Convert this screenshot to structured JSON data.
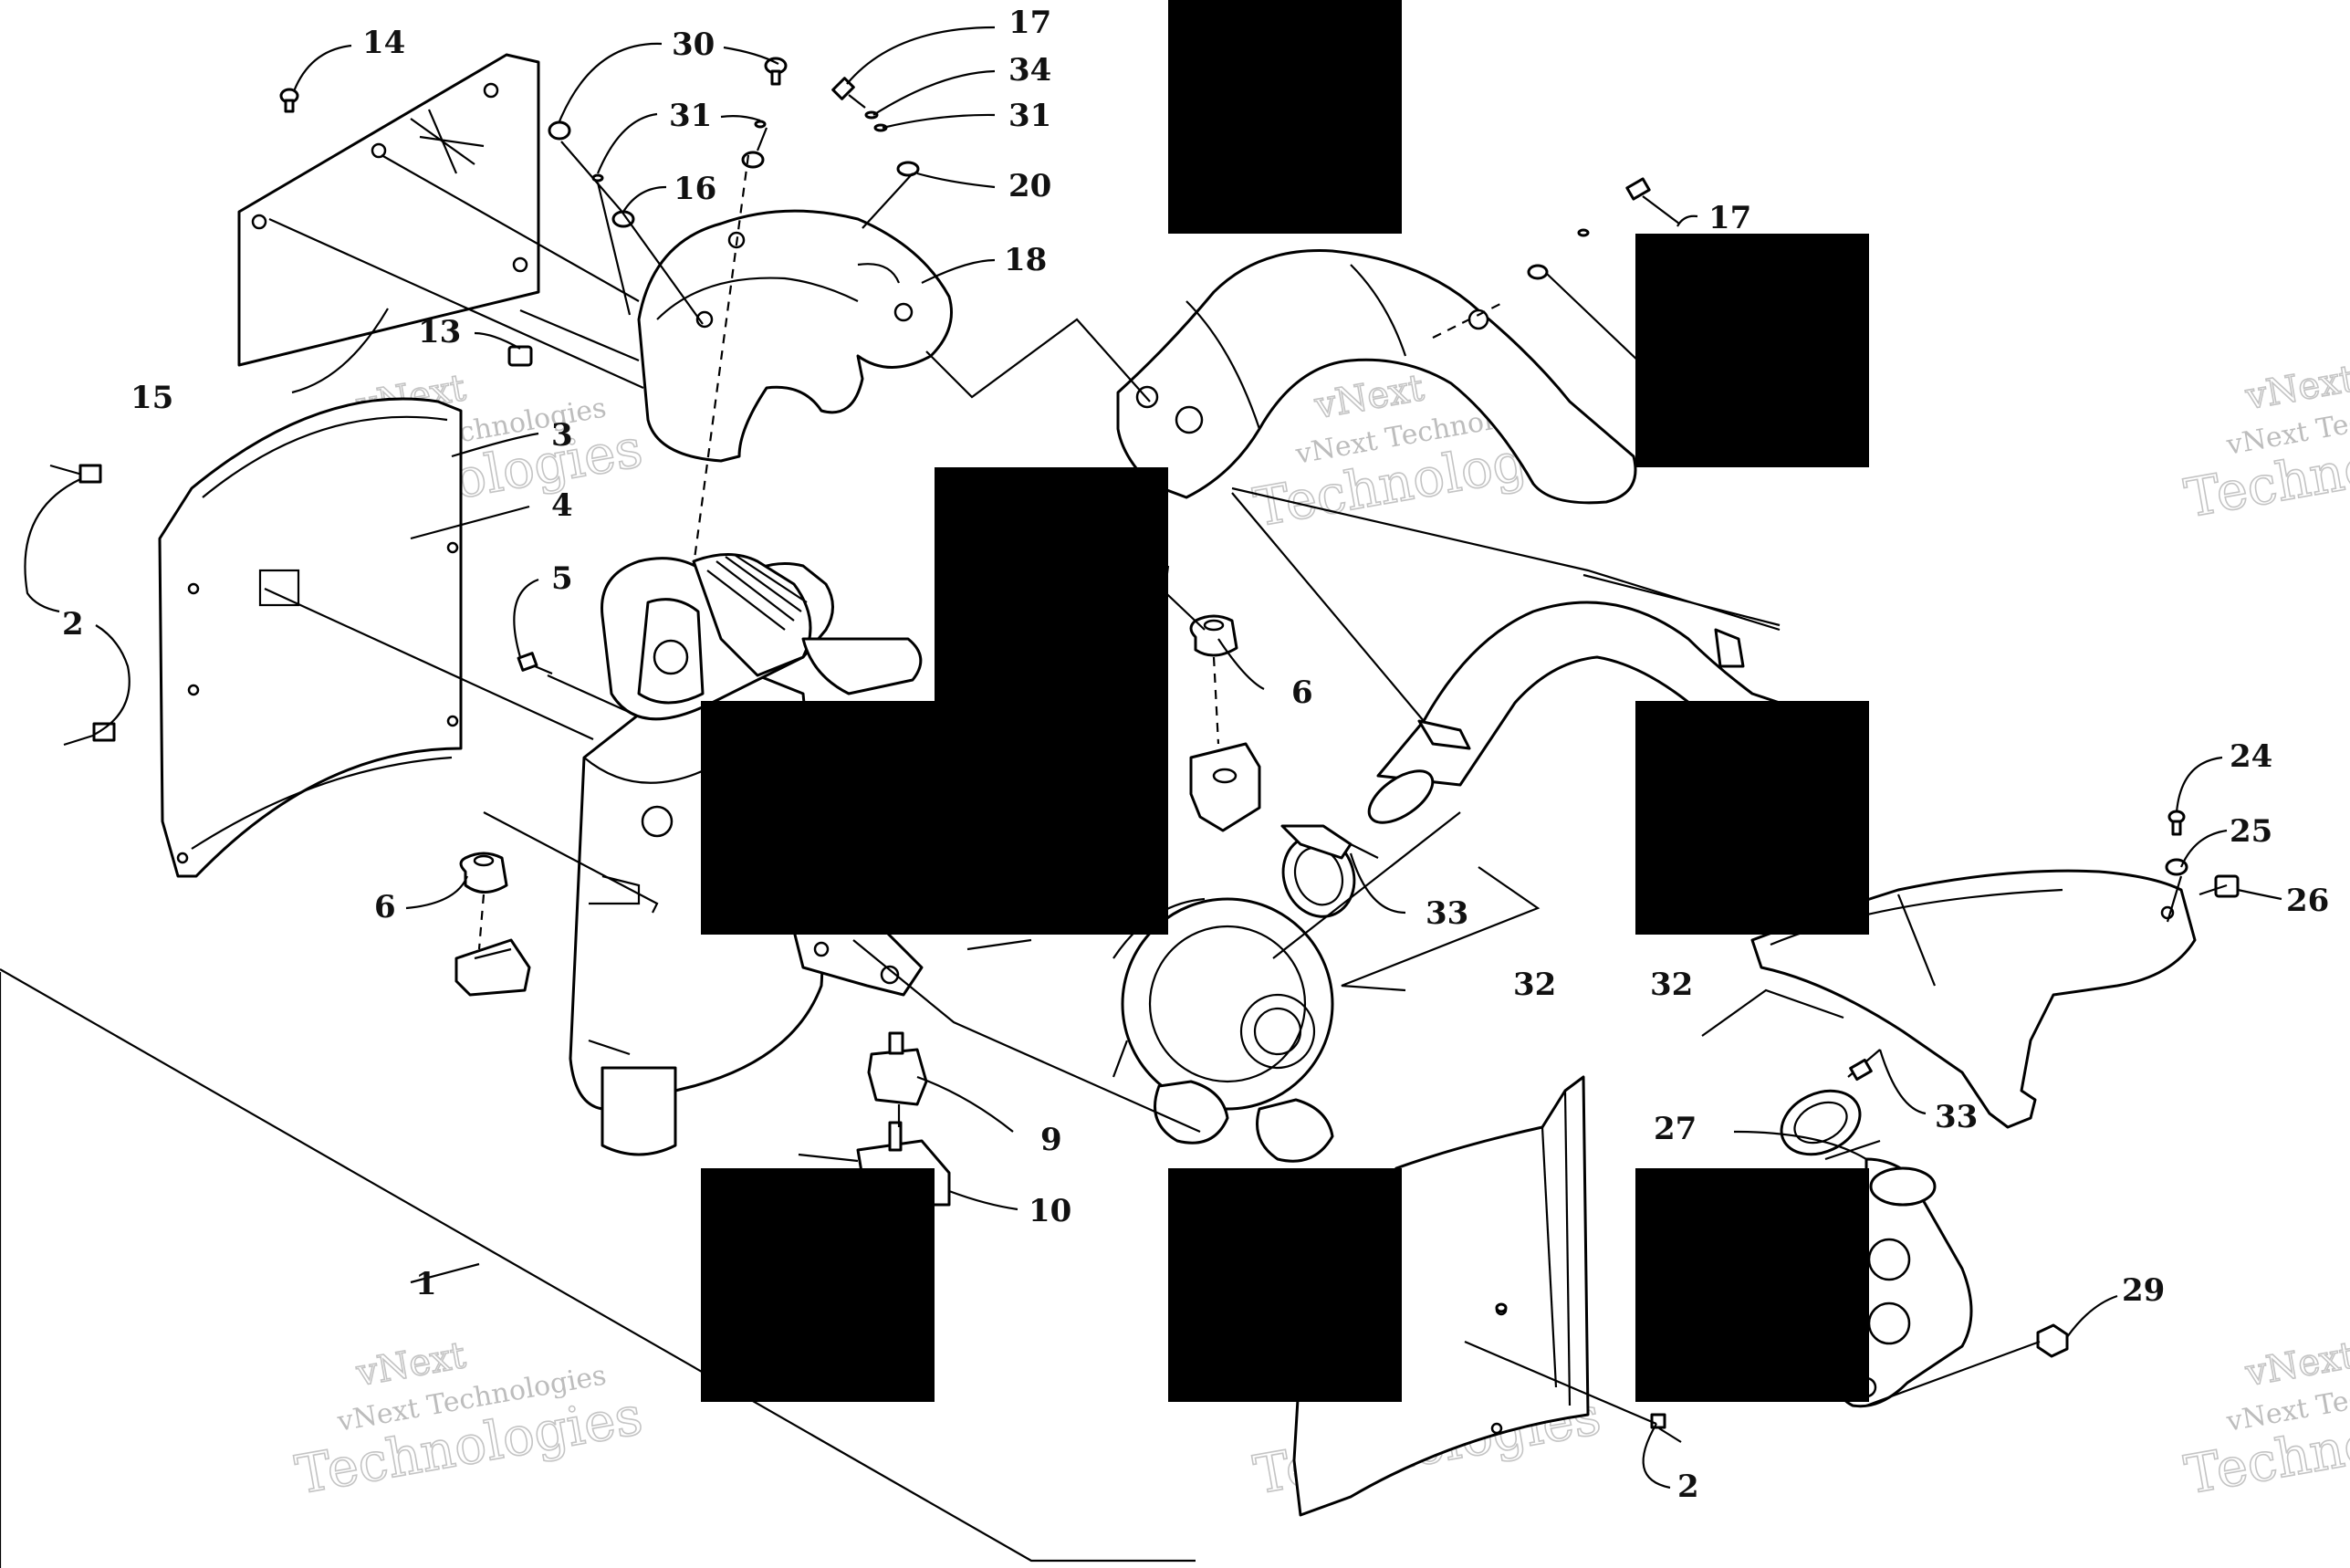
{
  "watermark": {
    "line1": "vNext",
    "line2": "vNext Technologies",
    "line3": "Technologies"
  },
  "callouts": [
    {
      "id": "c14",
      "text": "14"
    },
    {
      "id": "c30",
      "text": "30"
    },
    {
      "id": "c17a",
      "text": "17"
    },
    {
      "id": "c34",
      "text": "34"
    },
    {
      "id": "c31a",
      "text": "31"
    },
    {
      "id": "c31b",
      "text": "31"
    },
    {
      "id": "c16",
      "text": "16"
    },
    {
      "id": "c20",
      "text": "20"
    },
    {
      "id": "c18",
      "text": "18"
    },
    {
      "id": "c17b",
      "text": "17"
    },
    {
      "id": "c13",
      "text": "13"
    },
    {
      "id": "c15",
      "text": "15"
    },
    {
      "id": "c3",
      "text": "3"
    },
    {
      "id": "c4",
      "text": "4"
    },
    {
      "id": "c2a",
      "text": "2"
    },
    {
      "id": "c5",
      "text": "5"
    },
    {
      "id": "c6a",
      "text": "6"
    },
    {
      "id": "c6b",
      "text": "6"
    },
    {
      "id": "c24",
      "text": "24"
    },
    {
      "id": "c25",
      "text": "25"
    },
    {
      "id": "c26",
      "text": "26"
    },
    {
      "id": "c33a",
      "text": "33"
    },
    {
      "id": "c32a",
      "text": "32"
    },
    {
      "id": "c32b",
      "text": "32"
    },
    {
      "id": "c33b",
      "text": "33"
    },
    {
      "id": "c27",
      "text": "27"
    },
    {
      "id": "c9",
      "text": "9"
    },
    {
      "id": "c10",
      "text": "10"
    },
    {
      "id": "c1",
      "text": "1"
    },
    {
      "id": "c29",
      "text": "29"
    },
    {
      "id": "c2b",
      "text": "2"
    }
  ]
}
